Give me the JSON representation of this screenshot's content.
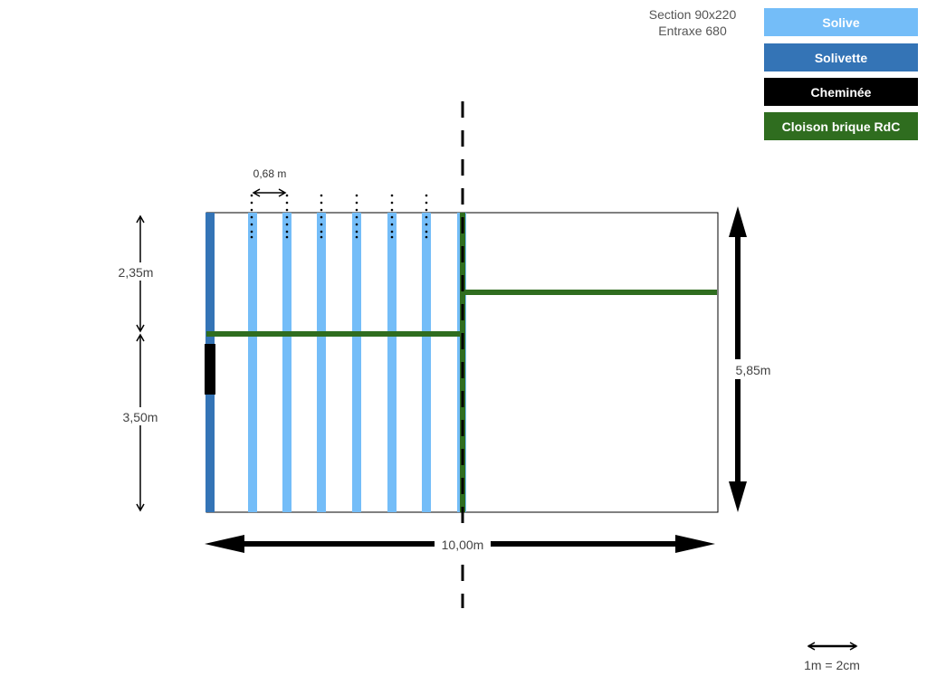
{
  "header": {
    "section": "Section 90x220",
    "spacing": "Entraxe 680"
  },
  "legend": [
    {
      "label": "Solive",
      "color": "#74BDF8"
    },
    {
      "label": "Solivette",
      "color": "#3474B6"
    },
    {
      "label": "Cheminée",
      "color": "#000000"
    },
    {
      "label": "Cloison brique RdC",
      "color": "#2F6D1F"
    }
  ],
  "dimensions": {
    "joist_spacing": "0,68 m",
    "upper_height": "2,35m",
    "lower_height": "3,50m",
    "total_height": "5,85m",
    "total_width": "10,00m"
  },
  "scale": {
    "label": "1m = 2cm"
  }
}
